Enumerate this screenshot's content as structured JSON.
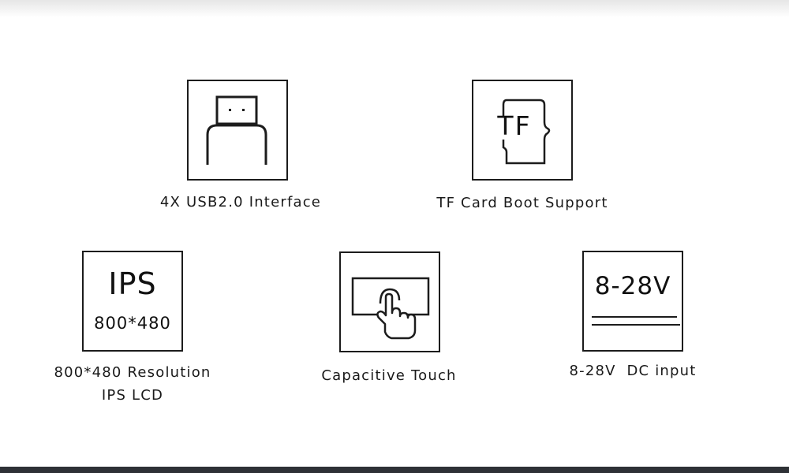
{
  "features": [
    {
      "icon": "usb-port-icon",
      "caption": "4X USB2.0 Interface"
    },
    {
      "icon": "tf-card-icon",
      "icon_text": "TF",
      "caption": "TF Card Boot Support"
    },
    {
      "icon": "ips-display-icon",
      "icon_text": "IPS",
      "icon_subtext": "800*480",
      "caption_lines": [
        "800*480 Resolution",
        "IPS LCD"
      ]
    },
    {
      "icon": "touch-hand-icon",
      "caption": "Capacitive Touch"
    },
    {
      "icon": "dc-voltage-icon",
      "icon_text": "8-28V",
      "caption": "8-28V  DC input"
    }
  ],
  "colors": {
    "line": "#1c1c1c",
    "text": "#1a1a1a",
    "bottom_bar": "#2e3136"
  }
}
